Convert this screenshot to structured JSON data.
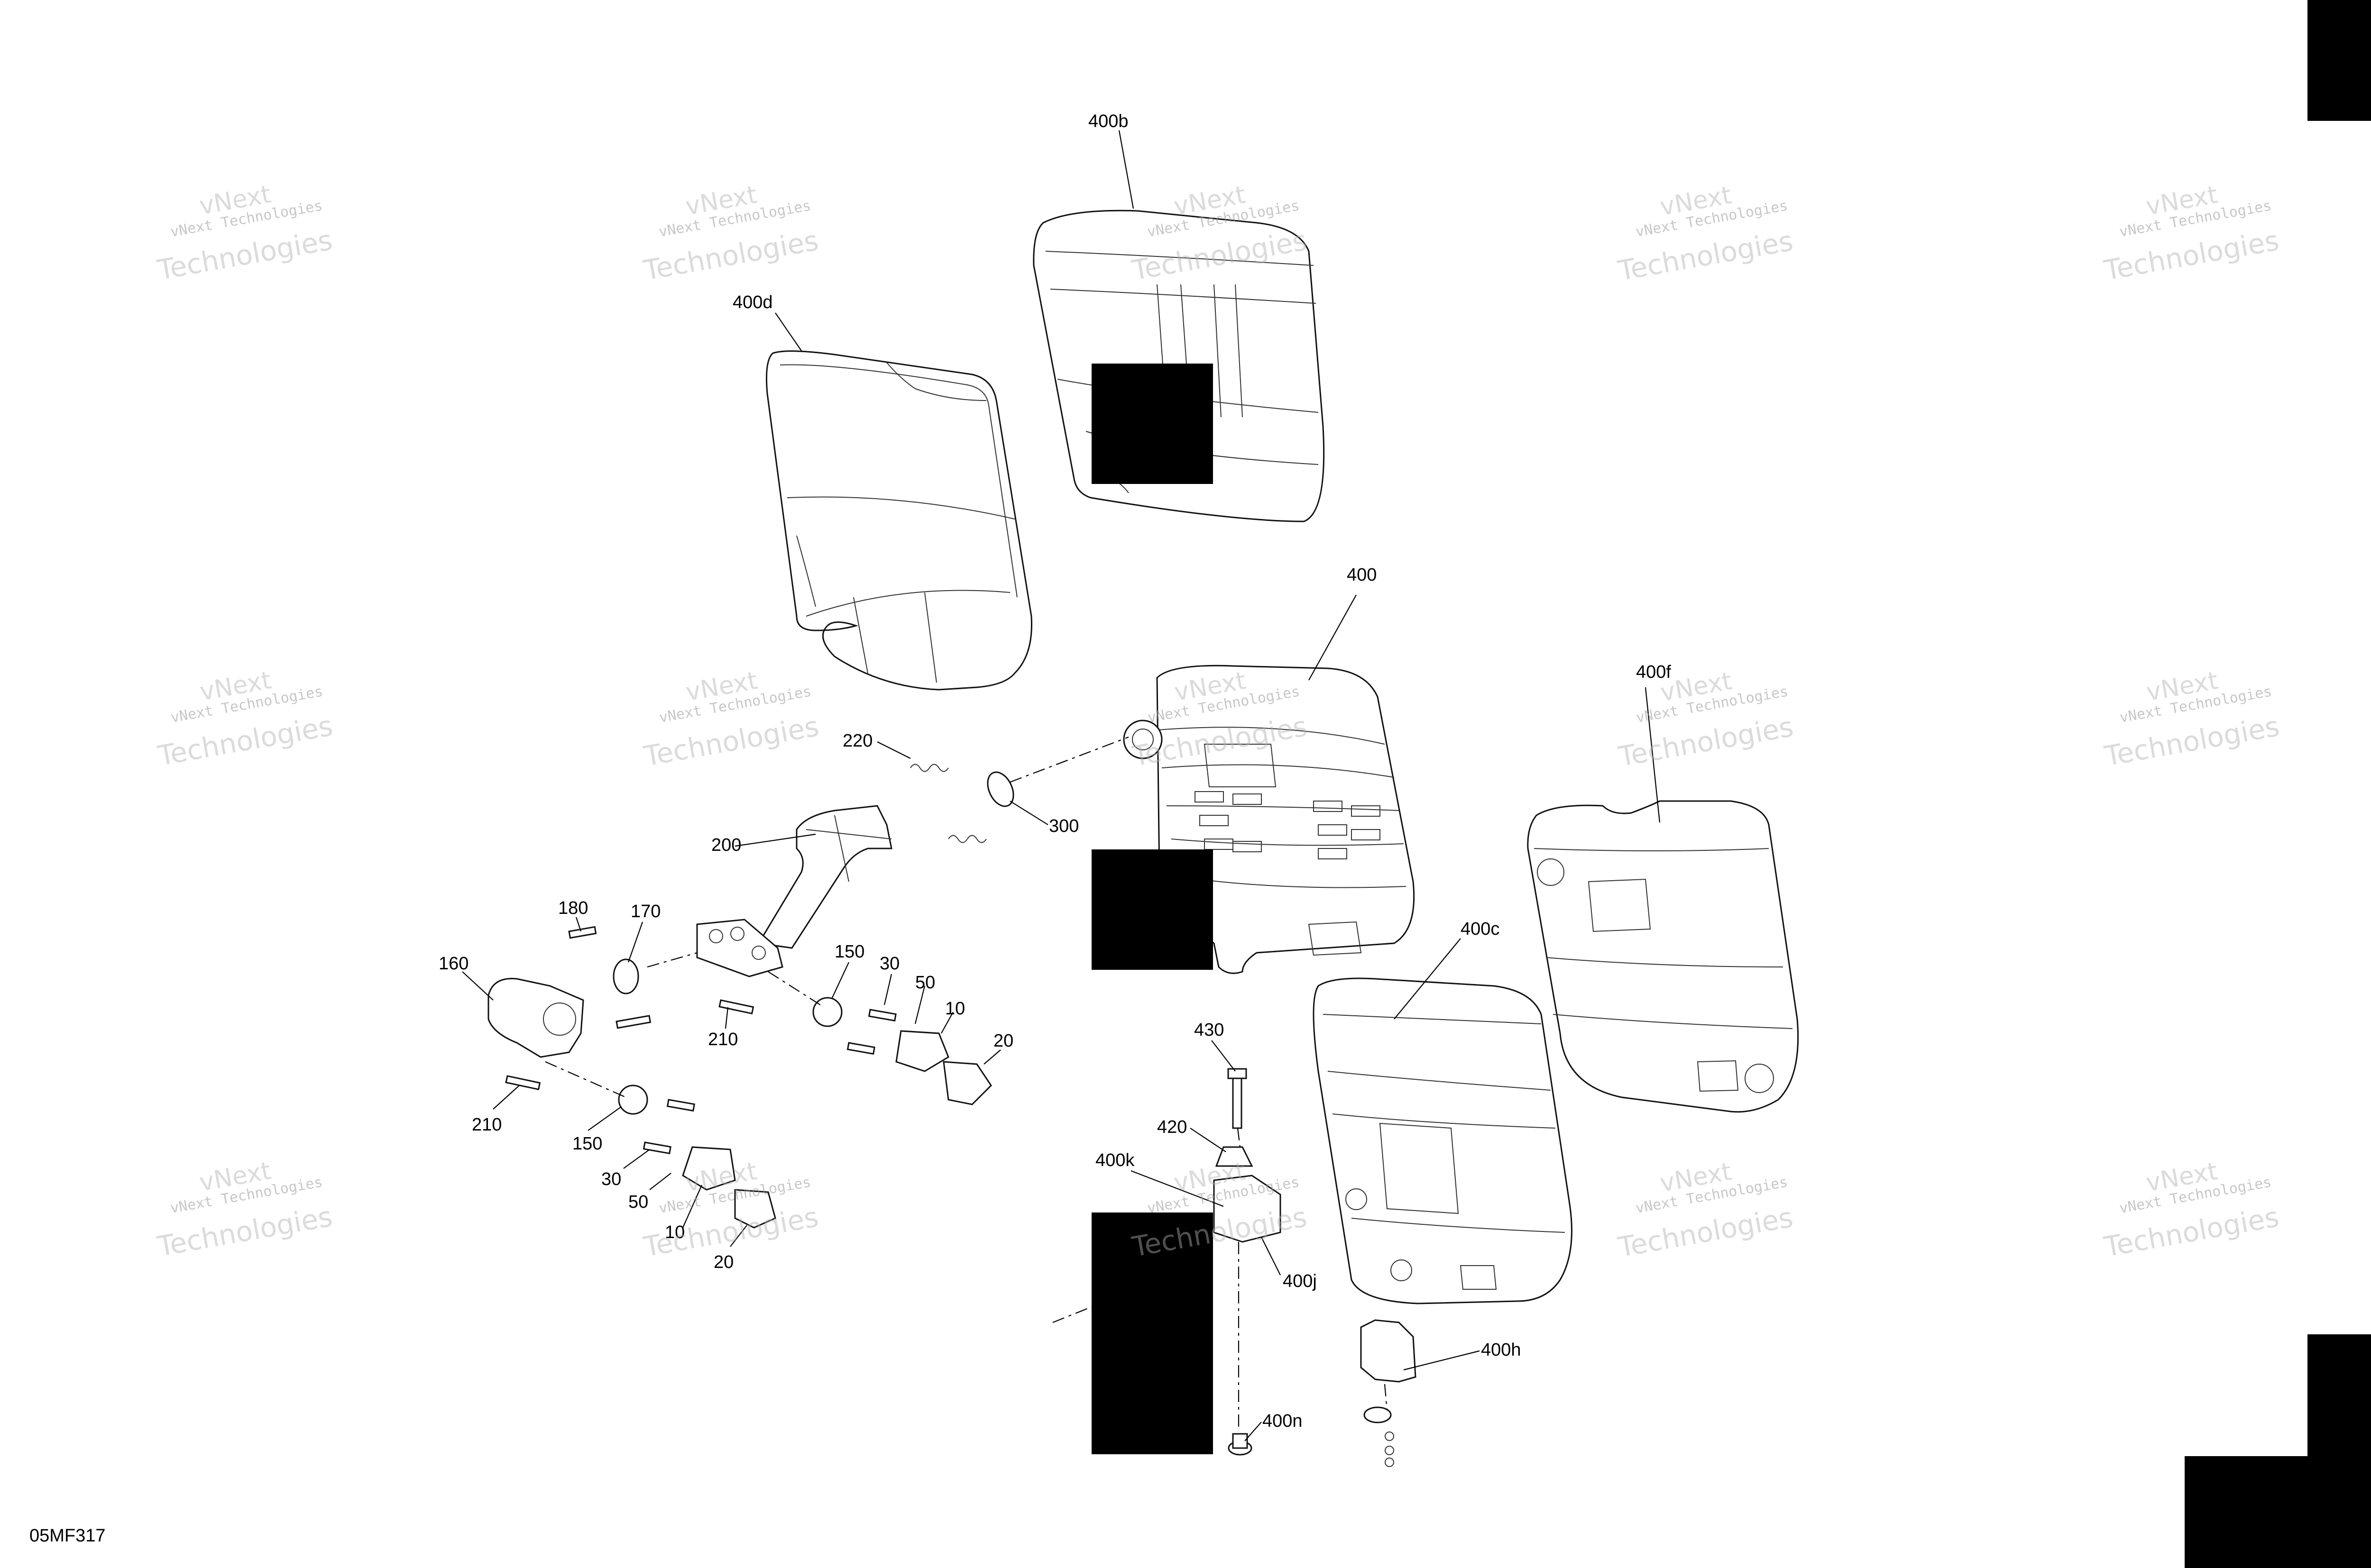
{
  "figure_code": "05MF317",
  "callouts": [
    {
      "id": "c400b",
      "text": "400b"
    },
    {
      "id": "c400d",
      "text": "400d"
    },
    {
      "id": "c400",
      "text": "400"
    },
    {
      "id": "c400f",
      "text": "400f"
    },
    {
      "id": "c220",
      "text": "220"
    },
    {
      "id": "c300",
      "text": "300"
    },
    {
      "id": "c200",
      "text": "200"
    },
    {
      "id": "c180",
      "text": "180"
    },
    {
      "id": "c170",
      "text": "170"
    },
    {
      "id": "c160",
      "text": "160"
    },
    {
      "id": "c150a",
      "text": "150"
    },
    {
      "id": "c30a",
      "text": "30"
    },
    {
      "id": "c50a",
      "text": "50"
    },
    {
      "id": "c10a",
      "text": "10"
    },
    {
      "id": "c20a",
      "text": "20"
    },
    {
      "id": "c210a",
      "text": "210"
    },
    {
      "id": "c210b",
      "text": "210"
    },
    {
      "id": "c150b",
      "text": "150"
    },
    {
      "id": "c30b",
      "text": "30"
    },
    {
      "id": "c50b",
      "text": "50"
    },
    {
      "id": "c10b",
      "text": "10"
    },
    {
      "id": "c20b",
      "text": "20"
    },
    {
      "id": "c400c",
      "text": "400c"
    },
    {
      "id": "c430",
      "text": "430"
    },
    {
      "id": "c420",
      "text": "420"
    },
    {
      "id": "c400k",
      "text": "400k"
    },
    {
      "id": "c400j",
      "text": "400j"
    },
    {
      "id": "c400h",
      "text": "400h"
    },
    {
      "id": "c400n",
      "text": "400n"
    }
  ],
  "watermark": {
    "line1": "vNext Technologies",
    "line2": "Technologies",
    "line3": "vNext"
  },
  "colors": {
    "line": "#111111",
    "redaction": "#000000",
    "watermark": "#9a9a9a"
  }
}
